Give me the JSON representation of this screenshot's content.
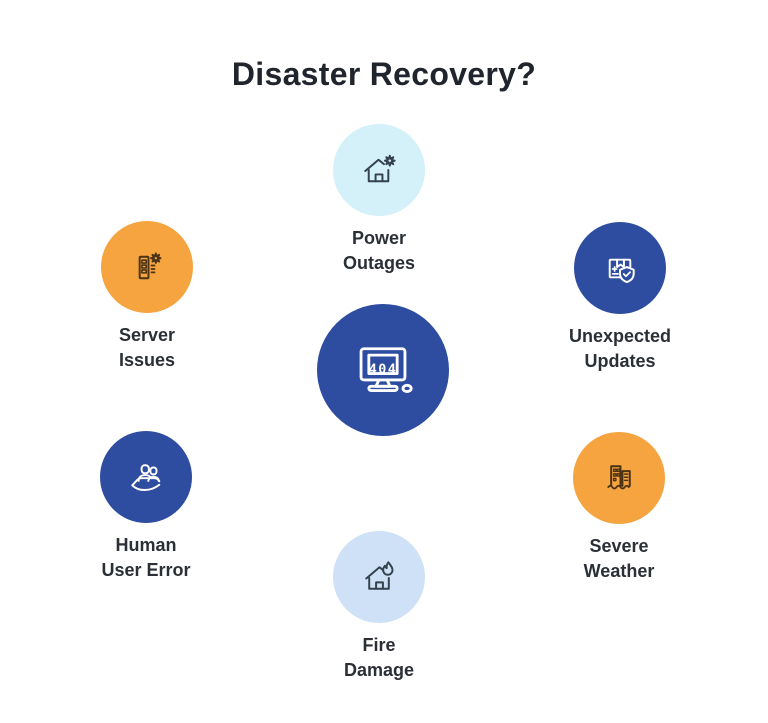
{
  "title": "Disaster Recovery?",
  "center": {
    "id": "disaster-404",
    "icon": "computer-404-icon",
    "screen_text": "404",
    "circle_color": "#2e4da1",
    "icon_color": "#ffffff"
  },
  "nodes": [
    {
      "id": "power-outages",
      "label": "Power\nOutages",
      "icon": "house-power-surge-icon",
      "circle_color": "#d4f0f9",
      "icon_color": "#33424d",
      "position": "top"
    },
    {
      "id": "server-issues",
      "label": "Server\nIssues",
      "icon": "server-burst-icon",
      "circle_color": "#f5a43f",
      "icon_color": "#4b3314",
      "position": "top-left"
    },
    {
      "id": "unexpected-updates",
      "label": "Unexpected\nUpdates",
      "icon": "package-shield-icon",
      "circle_color": "#2e4da1",
      "icon_color": "#ffffff",
      "position": "top-right"
    },
    {
      "id": "human-user-error",
      "label": "Human\nUser Error",
      "icon": "people-in-hand-icon",
      "circle_color": "#2e4da1",
      "icon_color": "#ffffff",
      "position": "bottom-left"
    },
    {
      "id": "severe-weather",
      "label": "Severe\nWeather",
      "icon": "flooded-buildings-icon",
      "circle_color": "#f5a43f",
      "icon_color": "#4b3314",
      "position": "bottom-right"
    },
    {
      "id": "fire-damage",
      "label": "Fire\nDamage",
      "icon": "house-fire-icon",
      "circle_color": "#cfe1f6",
      "icon_color": "#33424d",
      "position": "bottom"
    }
  ],
  "colors": {
    "background": "#ffffff",
    "title_text": "#20242c",
    "label_text": "#2b2f36",
    "dark_blue": "#2e4da1",
    "orange": "#f5a43f",
    "light_cyan": "#d4f0f9",
    "light_blue": "#cfe1f6"
  }
}
